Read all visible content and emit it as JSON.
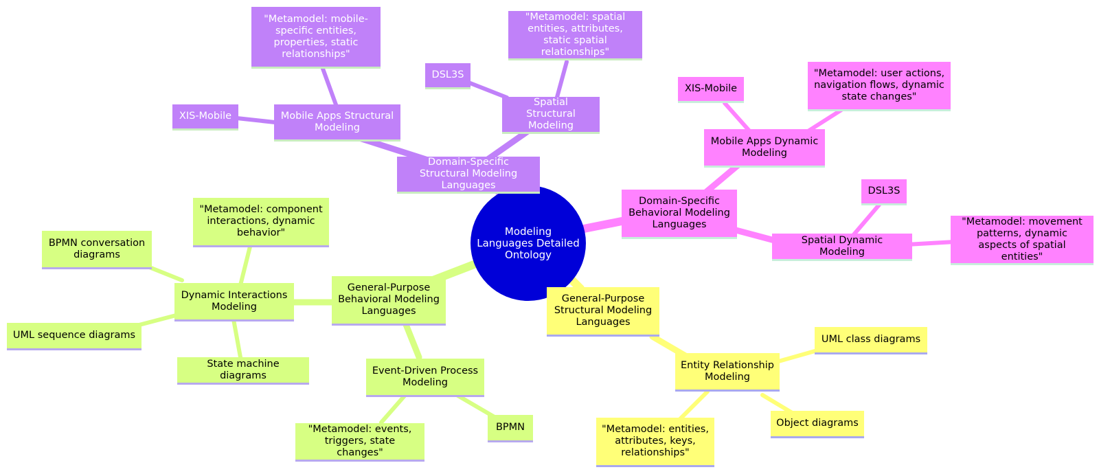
{
  "root": {
    "label": "Modeling Languages Detailed Ontology"
  },
  "colors": {
    "root": "#0000d8",
    "domain_structural": "#c081f9",
    "domain_behavioral": "#ff82ff",
    "general_structural": "#ffff78",
    "general_behavioral": "#d7ff83"
  },
  "branches": {
    "domain_structural": {
      "label": "Domain-Specific Structural Modeling Languages",
      "mobile": {
        "label": "Mobile Apps Structural Modeling",
        "metamodel": "\"Metamodel: mobile-specific entities, properties, static relationships\"",
        "language": "XIS-Mobile"
      },
      "spatial": {
        "label": "Spatial Structural Modeling",
        "metamodel": "\"Metamodel: spatial entities, attributes, static spatial relationships\"",
        "language": "DSL3S"
      }
    },
    "domain_behavioral": {
      "label": "Domain-Specific Behavioral Modeling Languages",
      "mobile": {
        "label": "Mobile Apps Dynamic Modeling",
        "language": "XIS-Mobile",
        "metamodel": "\"Metamodel: user actions, navigation flows, dynamic state changes\""
      },
      "spatial": {
        "label": "Spatial Dynamic Modeling",
        "language": "DSL3S",
        "metamodel": "\"Metamodel: movement patterns, dynamic aspects of spatial entities\""
      }
    },
    "general_structural": {
      "label": "General-Purpose Structural Modeling Languages",
      "er": {
        "label": "Entity Relationship Modeling",
        "uml_class": "UML class diagrams",
        "object": "Object diagrams",
        "metamodel": "\"Metamodel: entities, attributes, keys, relationships\""
      }
    },
    "general_behavioral": {
      "label": "General-Purpose Behavioral Modeling Languages",
      "interactions": {
        "label": "Dynamic Interactions Modeling",
        "metamodel": "\"Metamodel: component interactions, dynamic behavior\"",
        "bpmn_conversation": "BPMN conversation diagrams",
        "uml_sequence": "UML sequence diagrams",
        "state_machine": "State machine diagrams"
      },
      "event_driven": {
        "label": "Event-Driven Process Modeling",
        "metamodel": "\"Metamodel: events, triggers, state changes\"",
        "bpmn": "BPMN"
      }
    }
  }
}
